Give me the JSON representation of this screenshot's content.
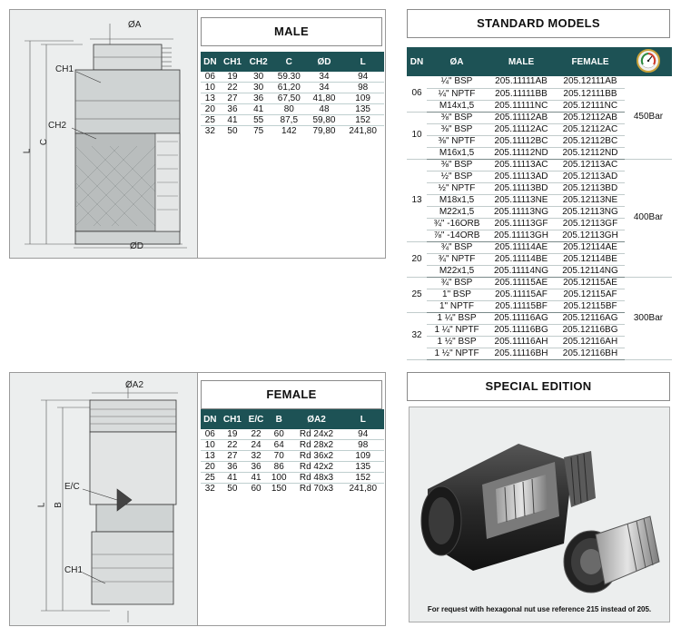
{
  "male": {
    "title": "MALE",
    "labels": {
      "a": "ØA",
      "ch1": "CH1",
      "ch2": "CH2",
      "c": "C",
      "l": "L",
      "d": "ØD"
    },
    "columns": [
      "DN",
      "CH1",
      "CH2",
      "C",
      "ØD",
      "L"
    ],
    "rows": [
      [
        "06",
        "19",
        "30",
        "59.30",
        "34",
        "94"
      ],
      [
        "10",
        "22",
        "30",
        "61,20",
        "34",
        "98"
      ],
      [
        "13",
        "27",
        "36",
        "67,50",
        "41,80",
        "109"
      ],
      [
        "20",
        "36",
        "41",
        "80",
        "48",
        "135"
      ],
      [
        "25",
        "41",
        "55",
        "87,5",
        "59,80",
        "152"
      ],
      [
        "32",
        "50",
        "75",
        "142",
        "79,80",
        "241,80"
      ]
    ]
  },
  "female": {
    "title": "FEMALE",
    "labels": {
      "a2": "ØA2",
      "ec": "E/C",
      "l": "L",
      "b": "B",
      "ch1": "CH1"
    },
    "columns": [
      "DN",
      "CH1",
      "E/C",
      "B",
      "ØA2",
      "L"
    ],
    "rows": [
      [
        "06",
        "19",
        "22",
        "60",
        "Rd 24x2",
        "94"
      ],
      [
        "10",
        "22",
        "24",
        "64",
        "Rd 28x2",
        "98"
      ],
      [
        "13",
        "27",
        "32",
        "70",
        "Rd 36x2",
        "109"
      ],
      [
        "20",
        "36",
        "36",
        "86",
        "Rd 42x2",
        "135"
      ],
      [
        "25",
        "41",
        "41",
        "100",
        "Rd 48x3",
        "152"
      ],
      [
        "32",
        "50",
        "60",
        "150",
        "Rd 70x3",
        "241,80"
      ]
    ]
  },
  "standard": {
    "title": "STANDARD MODELS",
    "columns": [
      "DN",
      "ØA",
      "MALE",
      "FEMALE"
    ],
    "gauge_icon": "pressure-gauge-icon",
    "groups": [
      {
        "dn": "06",
        "rows": [
          [
            "¼\" BSP",
            "205.11111AB",
            "205.12111AB"
          ],
          [
            "¼\" NPTF",
            "205.11111BB",
            "205.12111BB"
          ],
          [
            "M14x1,5",
            "205.11111NC",
            "205.12111NC"
          ]
        ]
      },
      {
        "dn": "10",
        "rows": [
          [
            "⅜\" BSP",
            "205.11112AB",
            "205.12112AB"
          ],
          [
            "⅜\" BSP",
            "205.11112AC",
            "205.12112AC"
          ],
          [
            "⅜\" NPTF",
            "205.11112BC",
            "205.12112BC"
          ],
          [
            "M16x1,5",
            "205.11112ND",
            "205.12112ND"
          ]
        ]
      },
      {
        "dn": "13",
        "rows": [
          [
            "⅜\" BSP",
            "205.11113AC",
            "205.12113AC"
          ],
          [
            "½\" BSP",
            "205.11113AD",
            "205.12113AD"
          ],
          [
            "½\" NPTF",
            "205.11113BD",
            "205.12113BD"
          ],
          [
            "M18x1,5",
            "205.11113NE",
            "205.12113NE"
          ],
          [
            "M22x1,5",
            "205.11113NG",
            "205.12113NG"
          ],
          [
            "¾\" -16ORB",
            "205.11113GF",
            "205.12113GF"
          ],
          [
            "⅞\" -14ORB",
            "205.11113GH",
            "205.12113GH"
          ]
        ]
      },
      {
        "dn": "20",
        "rows": [
          [
            "¾\" BSP",
            "205.11114AE",
            "205.12114AE"
          ],
          [
            "¾\" NPTF",
            "205.11114BE",
            "205.12114BE"
          ],
          [
            "M22x1,5",
            "205.11114NG",
            "205.12114NG"
          ]
        ]
      },
      {
        "dn": "25",
        "rows": [
          [
            "¾\" BSP",
            "205.11115AE",
            "205.12115AE"
          ],
          [
            "1\" BSP",
            "205.11115AF",
            "205.12115AF"
          ],
          [
            "1\" NPTF",
            "205.11115BF",
            "205.12115BF"
          ]
        ]
      },
      {
        "dn": "32",
        "rows": [
          [
            "1 ¼\" BSP",
            "205.11116AG",
            "205.12116AG"
          ],
          [
            "1 ¼\" NPTF",
            "205.11116BG",
            "205.12116BG"
          ],
          [
            "1 ½\" BSP",
            "205.11116AH",
            "205.12116AH"
          ],
          [
            "1 ½\" NPTF",
            "205.11116BH",
            "205.12116BH"
          ]
        ]
      }
    ],
    "pressures": [
      {
        "label": "450Bar",
        "from": 0,
        "span": 7
      },
      {
        "label": "400Bar",
        "from": 7,
        "span": 10
      },
      {
        "label": "300Bar",
        "from": 17,
        "span": 7
      }
    ]
  },
  "special": {
    "title": "SPECIAL EDITION",
    "note": "For request with hexagonal nut use reference 215 instead of 205."
  }
}
